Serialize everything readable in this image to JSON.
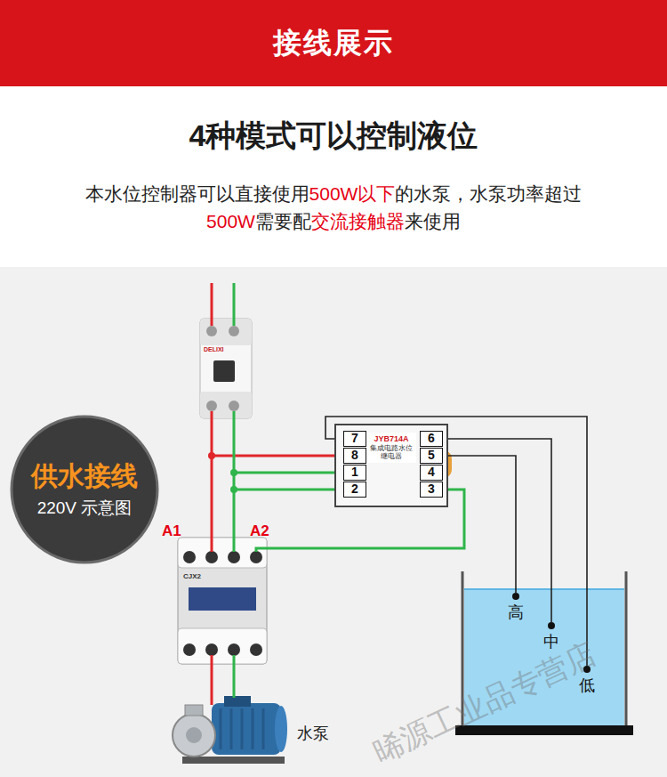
{
  "diagram": {
    "title": "接线展示",
    "nodes": [
      {
        "text": [
          "供水接线",
          "220V 示意图"
        ]
      },
      {
        "text": [
          "JYB714A",
          "集成电路水位继电器"
        ]
      },
      {
        "text": [
          "7"
        ],
        "in": 1
      },
      {
        "text": [
          "8"
        ],
        "in": 1
      },
      {
        "text": [
          "1"
        ],
        "in": 1
      },
      {
        "text": [
          "2"
        ],
        "in": 1
      },
      {
        "text": [
          "6"
        ],
        "in": 1
      },
      {
        "text": [
          "5"
        ],
        "in": 1
      },
      {
        "text": [
          "4"
        ],
        "in": 1
      },
      {
        "text": [
          "3"
        ],
        "in": 1
      },
      {
        "text": [
          "高"
        ]
      },
      {
        "text": [
          "中"
        ]
      },
      {
        "text": [
          "低"
        ]
      }
    ],
    "edges": [
      {
        "from": 2,
        "to": 12,
        "arrow": "none"
      },
      {
        "from": 6,
        "to": 11,
        "arrow": "none"
      },
      {
        "from": 7,
        "to": 10,
        "arrow": "none"
      }
    ],
    "labels": [
      "4种模式可以控制液位",
      "本水位控制器可以直接使用",
      "500W以下",
      "的水泵，水泵功率超过",
      "500W",
      "需要配",
      "交流接触器",
      "来使用",
      "DELIXI",
      "A1",
      "A2",
      "CJX2",
      "水泵",
      "晞源工业品专营店"
    ]
  }
}
